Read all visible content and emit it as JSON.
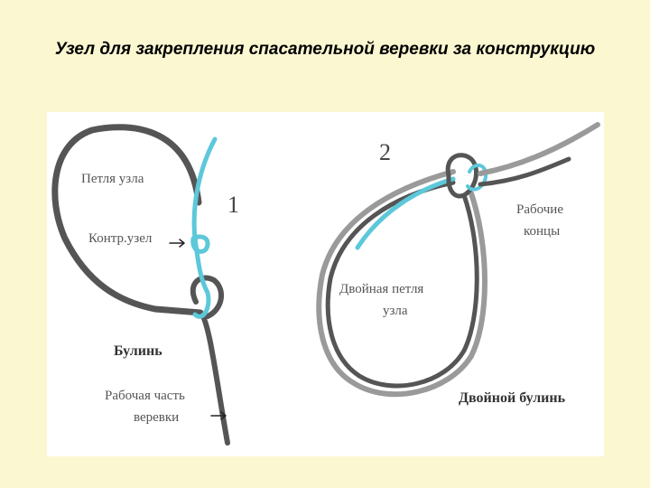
{
  "title": "Узел для закрепления спасательной веревки за конструкцию",
  "figure1": {
    "number": "1",
    "labels": {
      "loop": "Петля узла",
      "counter_knot": "Контр.узел",
      "bowline": "Булинь",
      "working_part_line1": "Рабочая часть",
      "working_part_line2": "веревки"
    }
  },
  "figure2": {
    "number": "2",
    "labels": {
      "working_ends_line1": "Рабочие",
      "working_ends_line2": "концы",
      "double_loop_line1": "Двойная петля",
      "double_loop_line2": "узла",
      "double_bowline": "Двойной булинь"
    }
  },
  "colors": {
    "background": "#FBF7D1",
    "panel": "#FFFFFF",
    "rope_dark": "#555555",
    "rope_light": "#9A9A9A",
    "rope_cyan": "#5CC8DA"
  }
}
